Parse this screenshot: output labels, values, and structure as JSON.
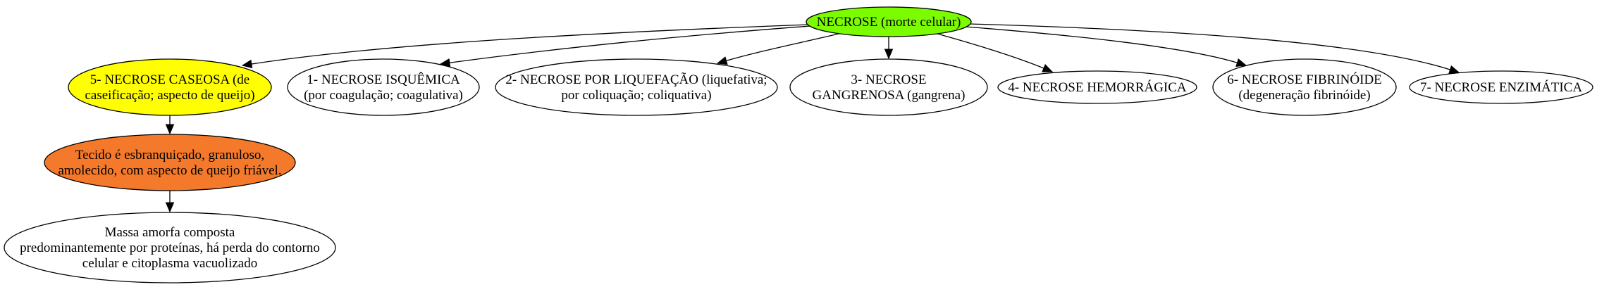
{
  "nodes": {
    "root": {
      "lines": [
        "NECROSE (morte celular)"
      ],
      "fill": "#7cfc00"
    },
    "caseosa": {
      "lines": [
        "5- NECROSE CASEOSA (de",
        "caseificação; aspecto de queijo)"
      ],
      "fill": "#ffff00"
    },
    "isquemica": {
      "lines": [
        "1- NECROSE ISQUÊMICA",
        "(por coagulação; coagulativa)"
      ],
      "fill": "#ffffff"
    },
    "liquefacao": {
      "lines": [
        "2- NECROSE POR LIQUEFAÇÃO (liquefativa;",
        "por coliquação; coliquativa)"
      ],
      "fill": "#ffffff"
    },
    "gangrenosa": {
      "lines": [
        "3- NECROSE",
        "GANGRENOSA (gangrena)"
      ],
      "fill": "#ffffff"
    },
    "hemorragica": {
      "lines": [
        "4- NECROSE HEMORRÁGICA"
      ],
      "fill": "#ffffff"
    },
    "fibrinoide": {
      "lines": [
        "6- NECROSE FIBRINÓIDE",
        "(degeneração fibrinóide)"
      ],
      "fill": "#ffffff"
    },
    "enzimatica": {
      "lines": [
        "7- NECROSE ENZIMÁTICA"
      ],
      "fill": "#ffffff"
    },
    "tecido": {
      "lines": [
        "Tecido é esbranquiçado, granuloso,",
        "amolecido, com aspecto de queijo friável."
      ],
      "fill": "#f5792a"
    },
    "massa": {
      "lines": [
        "Massa amorfa composta",
        "predominantemente por proteínas, há perda do contorno",
        "celular e citoplasma vacuolizado"
      ],
      "fill": "#ffffff"
    }
  },
  "edges": [
    [
      "root",
      "caseosa"
    ],
    [
      "root",
      "isquemica"
    ],
    [
      "root",
      "liquefacao"
    ],
    [
      "root",
      "gangrenosa"
    ],
    [
      "root",
      "hemorragica"
    ],
    [
      "root",
      "fibrinoide"
    ],
    [
      "root",
      "enzimatica"
    ],
    [
      "caseosa",
      "tecido"
    ],
    [
      "tecido",
      "massa"
    ]
  ]
}
